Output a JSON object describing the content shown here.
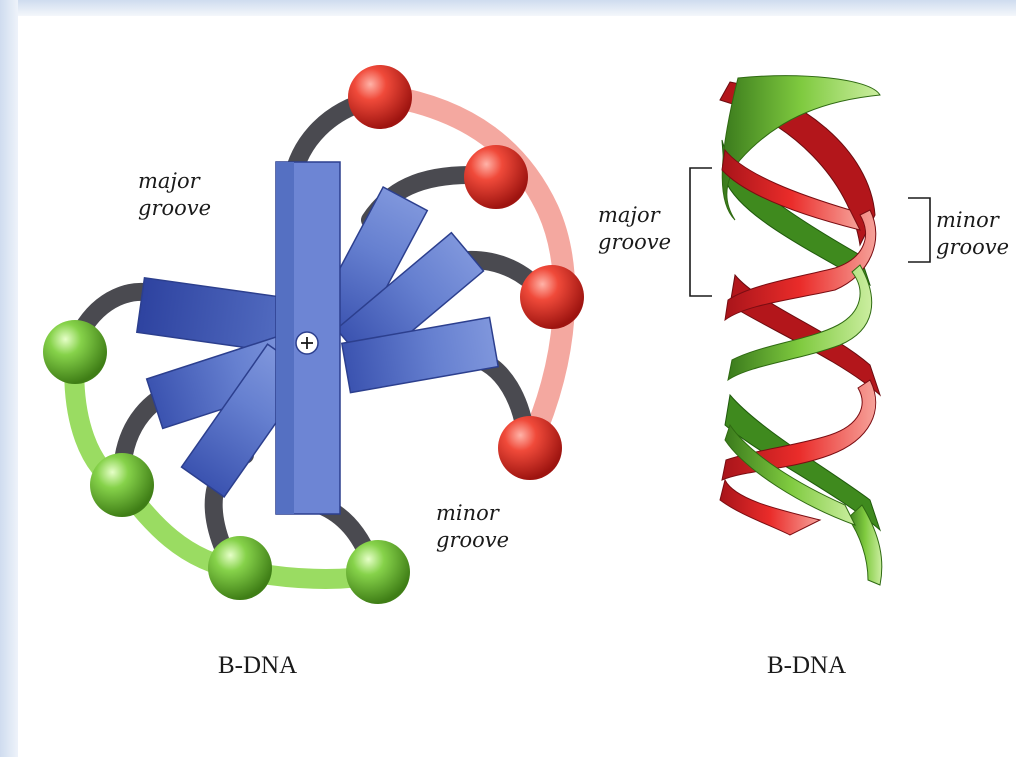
{
  "end_view": {
    "major_groove_label": [
      "major",
      "groove"
    ],
    "minor_groove_label": [
      "minor",
      "groove"
    ],
    "caption": "B-DNA"
  },
  "side_view": {
    "major_groove_label": [
      "major",
      "groove"
    ],
    "minor_groove_label": [
      "minor",
      "groove"
    ],
    "caption": "B-DNA"
  },
  "colors": {
    "strand_red": "#e0312a",
    "strand_green": "#7cc842",
    "base_blue": "#5d78c8",
    "linker_gray": "#4a4a50"
  }
}
